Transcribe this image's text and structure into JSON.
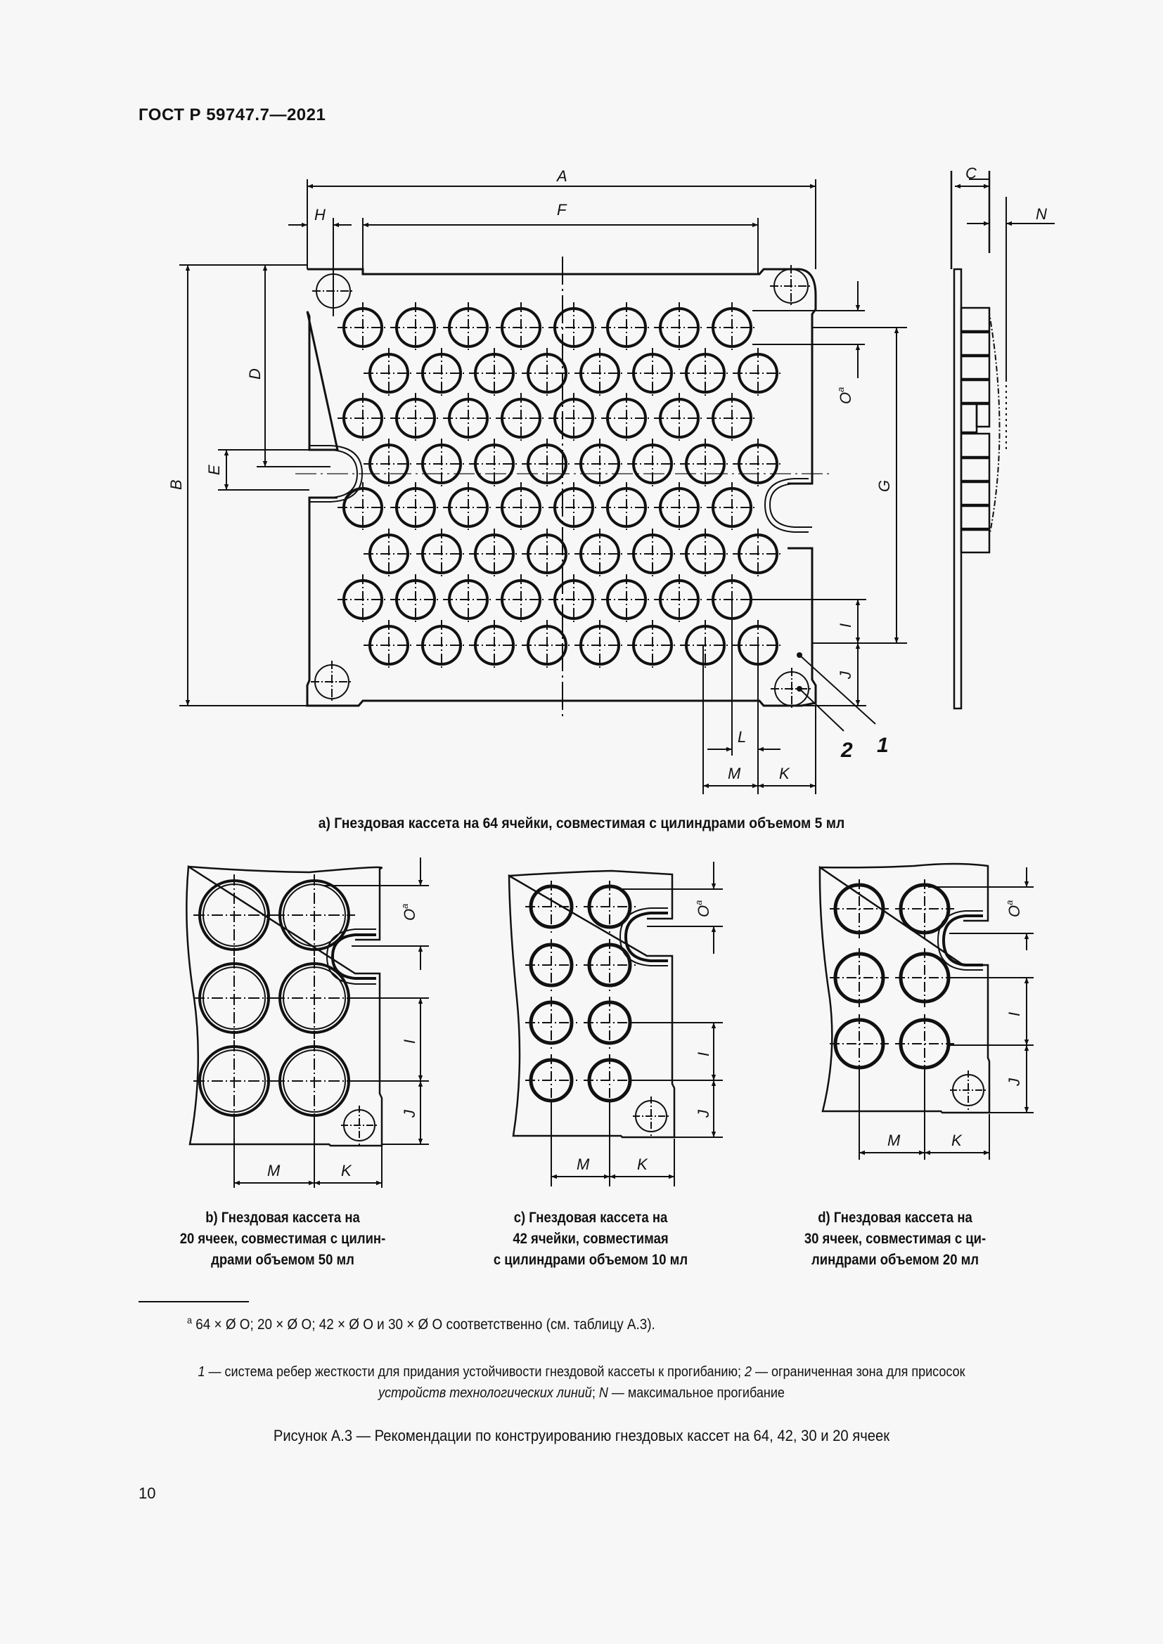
{
  "header": {
    "doc_id": "ГОСТ Р 59747.7—2021"
  },
  "figure_a": {
    "dimension_labels": {
      "A": "A",
      "B": "B",
      "C": "C",
      "D": "D",
      "E": "E",
      "F": "F",
      "G": "G",
      "H": "H",
      "I": "I",
      "J": "J",
      "K": "K",
      "L": "L",
      "M": "M",
      "N": "N",
      "O": "O",
      "O_sup": "a"
    },
    "callouts": {
      "one": "1",
      "two": "2"
    },
    "grid": {
      "rows": 8,
      "cols": 8,
      "cells": 64
    },
    "caption": "a) Гнездовая кассета на 64 ячейки, совместимая с цилиндрами объемом 5 мл"
  },
  "figure_b": {
    "labels": {
      "O": "O",
      "O_sup": "a",
      "I": "I",
      "J": "J",
      "M": "M",
      "K": "K"
    },
    "caption_lines": [
      "b) Гнездовая кассета на",
      "20 ячеек, совместимая с цилин-",
      "драми объемом 50 мл"
    ]
  },
  "figure_c": {
    "labels": {
      "O": "O",
      "O_sup": "a",
      "I": "I",
      "J": "J",
      "M": "M",
      "K": "K"
    },
    "caption_lines": [
      "c) Гнездовая кассета на",
      "42  ячейки, совместимая",
      "с цилиндрами объемом 10 мл"
    ]
  },
  "figure_d": {
    "labels": {
      "O": "O",
      "O_sup": "a",
      "I": "I",
      "J": "J",
      "M": "M",
      "K": "K"
    },
    "caption_lines": [
      "d) Гнездовая кассета на",
      "30 ячеек, совместимая с ци-",
      "линдрами объемом 20 мл"
    ]
  },
  "footnote": {
    "marker": "a",
    "text": "64 × Ø O; 20 × Ø O; 42 × Ø O и 30 × Ø O соответственно (см. таблицу А.3)."
  },
  "legend": {
    "item1_num": "1",
    "item1_text": " — система ребер жесткости для придания устойчивости гнездовой кассеты к прогибанию; ",
    "item2_num": "2",
    "item2_text": " — ограниченная зона для присосок",
    "item2_text_cont": "устройств технологических линий",
    "sep": "; ",
    "itemN_num": "N",
    "itemN_text": " — максимальное прогибание"
  },
  "figure_title": "Рисунок А.3 — Рекомендации по конструированию гнездовых кассет на 64, 42, 30 и 20 ячеек",
  "page_number": "10"
}
